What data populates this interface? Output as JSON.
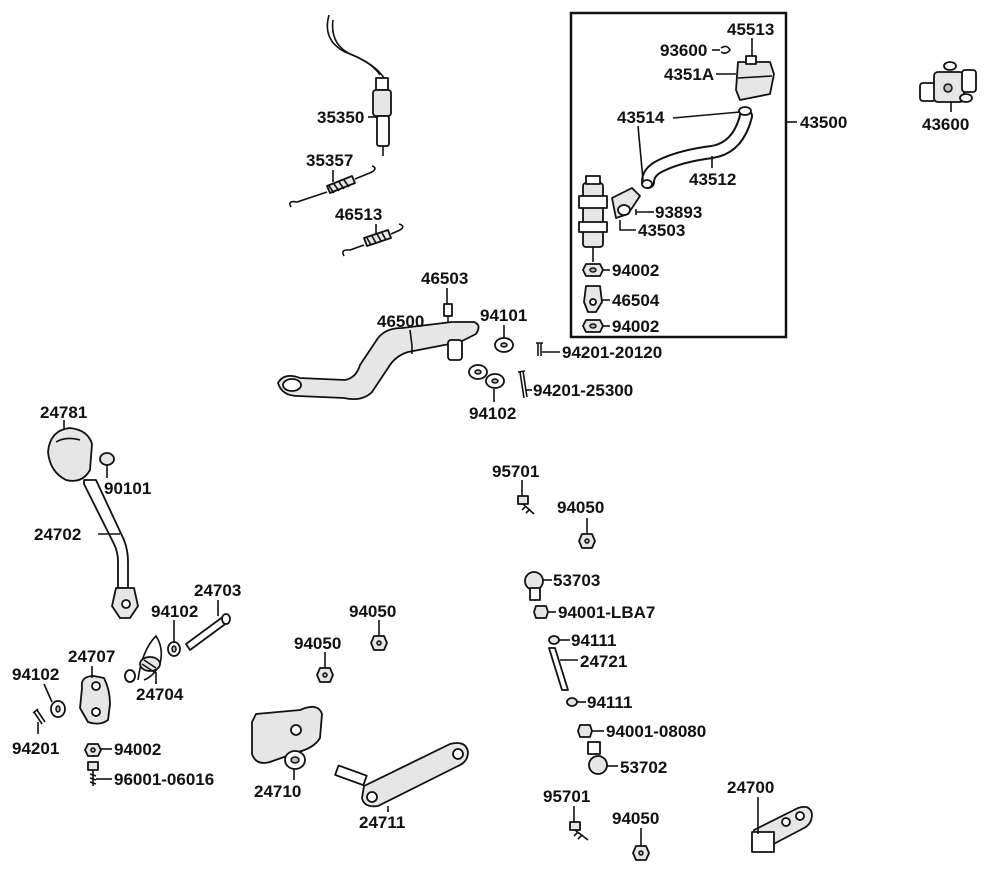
{
  "diagram": {
    "labels": {
      "p35350": "35350",
      "p35357": "35357",
      "p46513": "46513",
      "p46503": "46503",
      "p46500": "46500",
      "p94101": "94101",
      "p94201_20120": "94201-20120",
      "p94201_25300": "94201-25300",
      "p94102_top": "94102",
      "p45513": "45513",
      "p93600": "93600",
      "p4351A": "4351A",
      "p43514": "43514",
      "p43500": "43500",
      "p43512": "43512",
      "p93893": "93893",
      "p43503": "43503",
      "p94002_a": "94002",
      "p46504": "46504",
      "p94002_b": "94002",
      "p43600": "43600",
      "p24781": "24781",
      "p90101": "90101",
      "p24702": "24702",
      "p24703": "24703",
      "p94102_mid": "94102",
      "p24707": "24707",
      "p24704": "24704",
      "p94102_left": "94102",
      "p94201": "94201",
      "p94002_c": "94002",
      "p96001_06016": "96001-06016",
      "p94050_a": "94050",
      "p94050_b": "94050",
      "p24710": "24710",
      "p24711": "24711",
      "p95701_top": "95701",
      "p94050_c": "94050",
      "p53703": "53703",
      "p94001_LBA7": "94001-LBA7",
      "p94111_top": "94111",
      "p24721": "24721",
      "p94111_bot": "94111",
      "p94001_08080": "94001-08080",
      "p53702": "53702",
      "p95701_bot": "95701",
      "p94050_d": "94050",
      "p24700": "24700"
    }
  }
}
